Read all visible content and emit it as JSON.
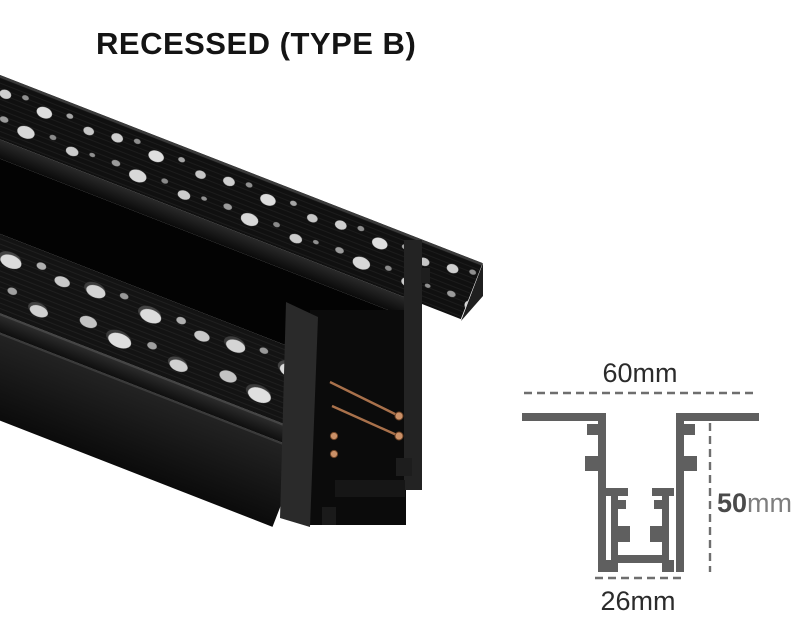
{
  "header": {
    "title": "RECESSED (TYPE B)"
  },
  "photo": {
    "description": "Black aluminum recessed magnetic track profile, perspective view with perforated plaster-in flanges and copper conductors",
    "colors": {
      "aluminum_black": "#121212",
      "channel_black": "#030303",
      "hole_silver": "#d9d9d9",
      "copper_wire": "#a9714b",
      "copper_contact": "#cb9168"
    }
  },
  "diagram": {
    "dim_top": "60mm",
    "dim_right_value": "50",
    "dim_right_unit": "mm",
    "dim_bottom": "26mm",
    "line_color": "#5f5f5f",
    "dash_color": "#6e6e6e",
    "text_color": "#2b2b2b"
  }
}
